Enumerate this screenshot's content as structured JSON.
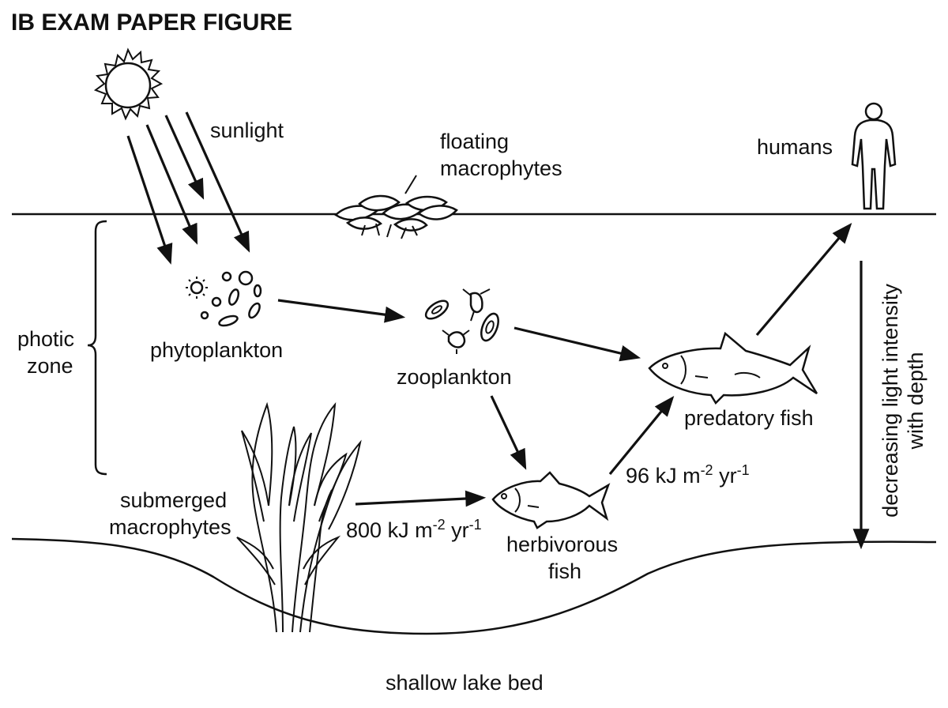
{
  "title": "IB EXAM PAPER FIGURE",
  "labels": {
    "sunlight": "sunlight",
    "floating_1": "floating",
    "floating_2": "macrophytes",
    "humans": "humans",
    "photic_1": "photic",
    "photic_2": "zone",
    "phytoplankton": "phytoplankton",
    "zooplankton": "zooplankton",
    "predatory_fish": "predatory fish",
    "submerged_1": "submerged",
    "submerged_2": "macrophytes",
    "herbivorous_1": "herbivorous",
    "herbivorous_2": "fish",
    "depth_1": "decreasing light intensity",
    "depth_2": "with depth",
    "lake_bed": "shallow lake bed"
  },
  "energy_flows": {
    "macrophytes_to_herbivorous": {
      "value": "800",
      "unit_a": "kJ m",
      "exp_a": "-2",
      "unit_b": " yr",
      "exp_b": "-1"
    },
    "herbivorous_to_predatory": {
      "value": "96",
      "unit_a": "kJ m",
      "exp_a": "-2",
      "unit_b": " yr",
      "exp_b": "-1"
    }
  }
}
